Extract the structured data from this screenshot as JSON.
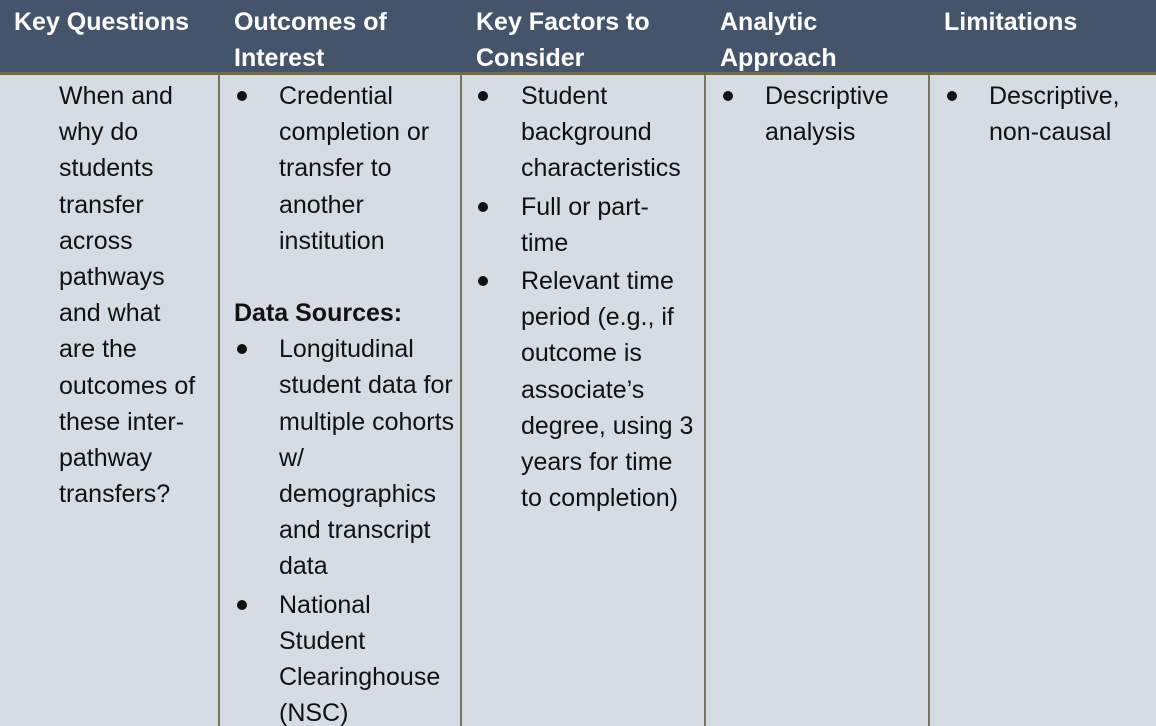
{
  "headers": {
    "col1": "Key Questions",
    "col2_line1": "Outcomes of",
    "col2_line2": "Interest",
    "col3_line1": "Key Factors to",
    "col3_line2": "Consider",
    "col4_line1": "Analytic",
    "col4_line2": "Approach",
    "col5": "Limitations"
  },
  "key_questions": [
    "When and why do students transfer across pathways and what are the outcomes of these inter-pathway transfers?"
  ],
  "outcomes": [
    "Credential completion or transfer to another institution"
  ],
  "data_sources_label": "Data Sources:",
  "data_sources": [
    "Longitudinal student data for multiple cohorts w/ demographics and transcript data",
    "National Student Clearinghouse (NSC)"
  ],
  "key_factors": [
    "Student background characteristics",
    "Full or part-time",
    "Relevant time period (e.g., if outcome is associate’s degree, using 3 years for time to completion)"
  ],
  "analytic_approach": [
    "Descriptive analysis"
  ],
  "limitations": [
    "Descriptive, non-causal"
  ]
}
